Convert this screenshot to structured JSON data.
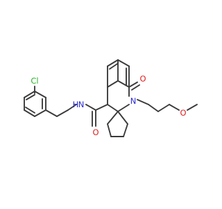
{
  "molecule": {
    "colors": {
      "bond": "#3a3a3a",
      "carbon_label": "#3a3a3a",
      "nitrogen": "#2a2ad6",
      "oxygen": "#e02020",
      "chlorine": "#2bb52b",
      "background": "#ffffff"
    },
    "atoms": {
      "cl": {
        "symbol": "Cl",
        "element": "chlorine"
      },
      "n_amide": {
        "symbol": "N",
        "element": "nitrogen"
      },
      "h_amide": {
        "symbol": "H",
        "element": "nitrogen"
      },
      "n_ring": {
        "symbol": "N",
        "element": "nitrogen"
      },
      "o_amide": {
        "symbol": "O",
        "element": "oxygen"
      },
      "o_lactam": {
        "symbol": "O",
        "element": "oxygen"
      },
      "o_ether": {
        "symbol": "O",
        "element": "oxygen"
      }
    }
  }
}
